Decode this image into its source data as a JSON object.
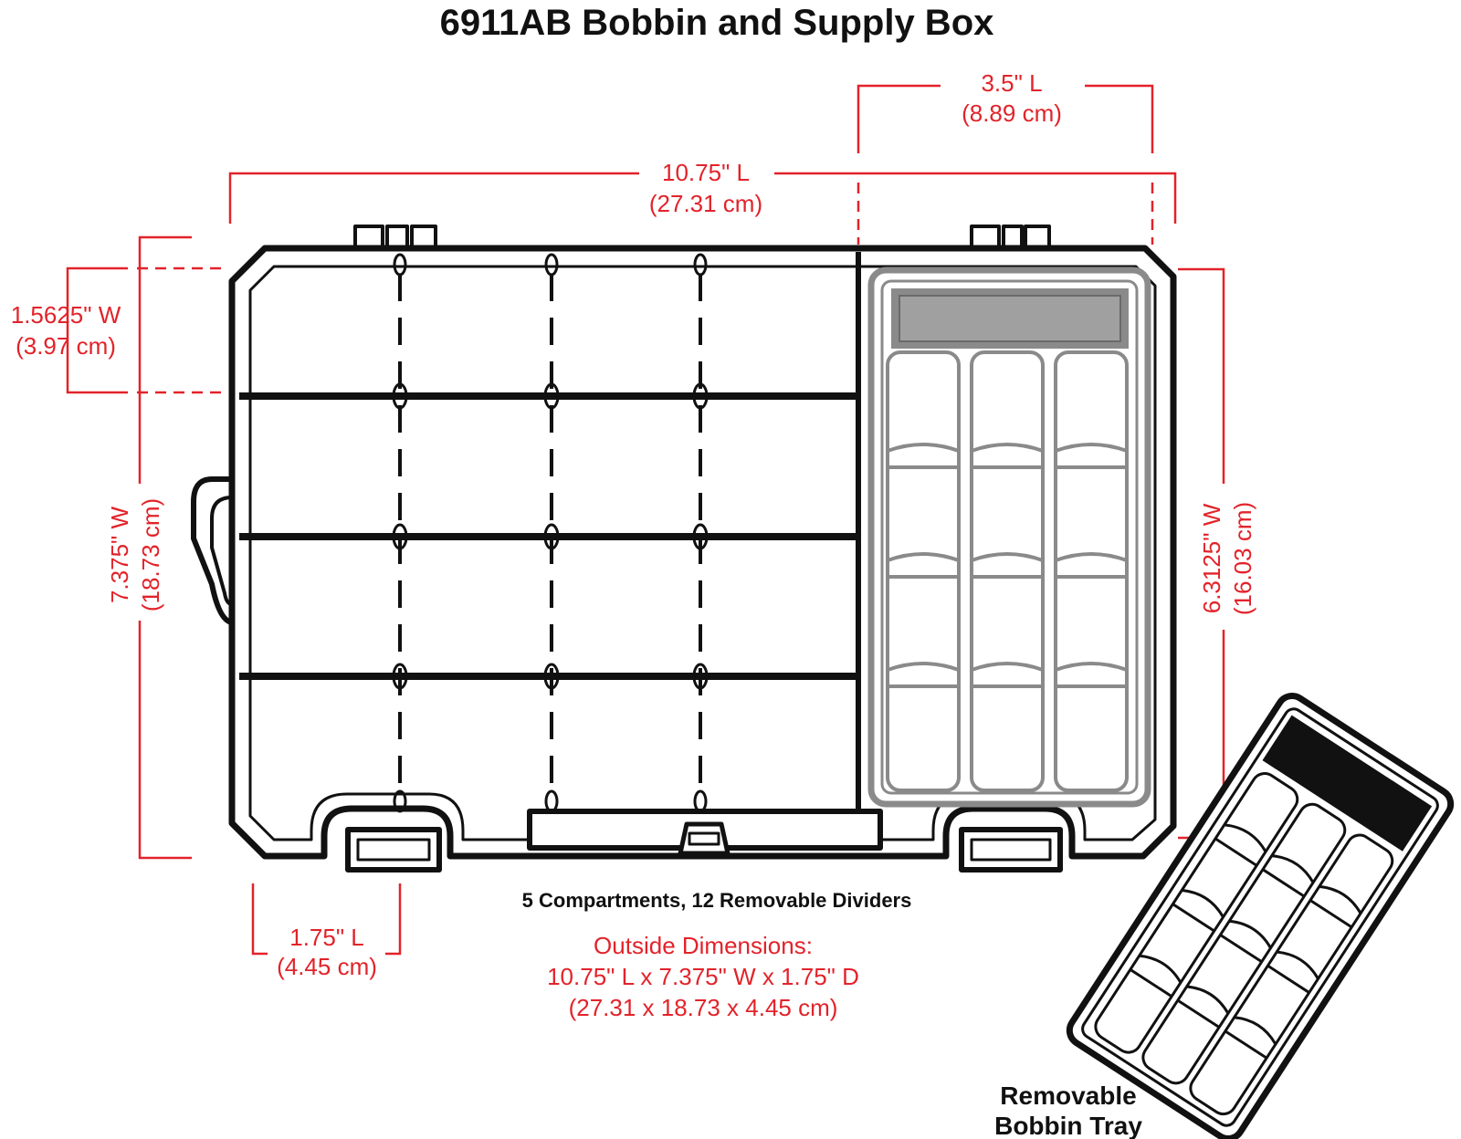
{
  "title": "6911AB Bobbin and Supply Box",
  "colors": {
    "dimension": "#e2232a",
    "outline": "#111111",
    "tray": "#8a8a8a",
    "tray_fill": "#f2f2f2"
  },
  "dimensions": {
    "tray_length": {
      "inches": "3.5\" L",
      "cm": "(8.89 cm)"
    },
    "overall_length": {
      "inches": "10.75\" L",
      "cm": "(27.31 cm)"
    },
    "compartment_width": {
      "inches": "1.5625\" W",
      "cm": "(3.97 cm)"
    },
    "overall_width": {
      "inches": "7.375\" W",
      "cm": "(18.73 cm)"
    },
    "tray_width": {
      "inches": "6.3125\" W",
      "cm": "(16.03 cm)"
    },
    "latch_length": {
      "inches": "1.75\" L",
      "cm": "(4.45 cm)"
    }
  },
  "compartments_note": "5 Compartments, 12 Removable Dividers",
  "outside_dimensions": {
    "heading": "Outside Dimensions:",
    "imperial": "10.75\" L x 7.375\" W x 1.75\" D",
    "metric": "(27.31 x 18.73 x 4.45 cm)"
  },
  "removable_tray": {
    "label_line1": "Removable",
    "label_line2": "Bobbin Tray"
  }
}
